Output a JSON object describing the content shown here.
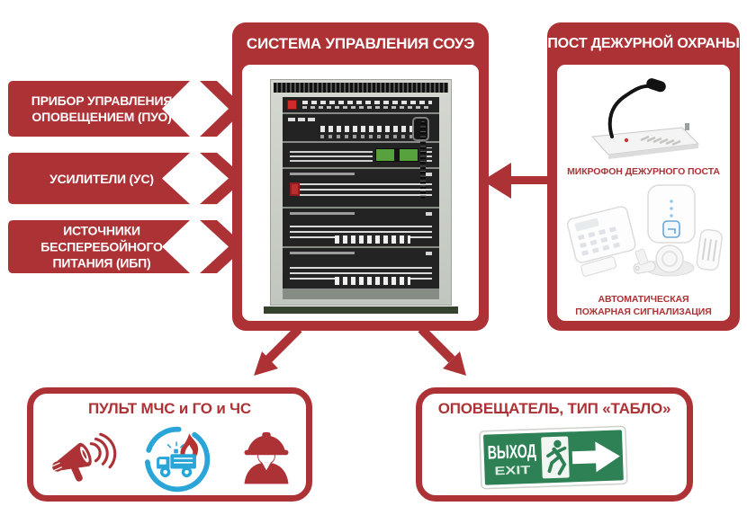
{
  "colors": {
    "red": "#ad3235",
    "blue": "#2aa5d8",
    "sign_green": "#2e8055",
    "lcd_green": "#58a23e"
  },
  "left_banners": [
    {
      "label": "ПРИБОР УПРАВЛЕНИЯ\nОПОВЕЩЕНИЕМ (ПУО)"
    },
    {
      "label": "УСИЛИТЕЛИ (УС)"
    },
    {
      "label": "ИСТОЧНИКИ БЕСПЕРЕБОЙНОГО\nПИТАНИЯ (ИБП)"
    }
  ],
  "center_panel": {
    "title": "СИСТЕМА УПРАВЛЕНИЯ СОУЭ",
    "equipment": "soue-control-rack-cabinet"
  },
  "right_panel": {
    "title": "ПОСТ ДЕЖУРНОЙ ОХРАНЫ",
    "mic_caption": "МИКРОФОН ДЕЖУРНОГО ПОСТА",
    "alarm_caption": "АВТОМАТИЧЕСКАЯ\nПОЖАРНАЯ СИГНАЛИЗАЦИЯ"
  },
  "bottom_left_panel": {
    "title": "ПУЛЬТ МЧС и ГО и ЧС",
    "icons": [
      "megaphone-icon",
      "fire-truck-in-circle-icon",
      "firefighter-icon"
    ]
  },
  "bottom_right_panel": {
    "title": "ОПОВЕЩАТЕЛЬ, ТИП «ТАБЛО»",
    "exit_sign": {
      "ru": "ВЫХОД",
      "en": "EXIT"
    }
  }
}
